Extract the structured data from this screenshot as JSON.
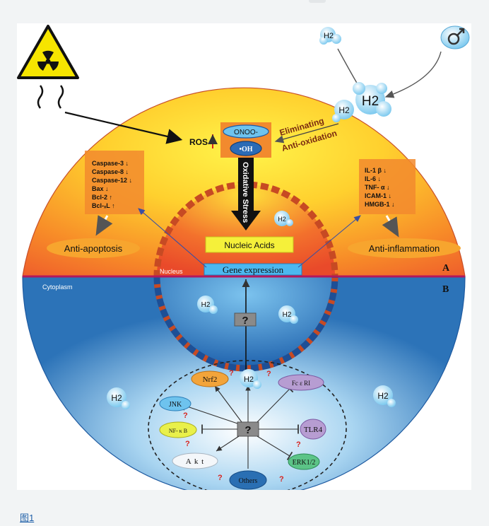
{
  "figure": {
    "caption_link": "图1",
    "panel_a_label": "A",
    "panel_b_label": "B"
  },
  "hydrogen": {
    "symbol": "H2",
    "top_free": "H2",
    "large": "H2",
    "medium": "H2",
    "nucleus_free": "H2",
    "nucleus_inside_1": "H2",
    "nucleus_inside_2": "H2",
    "pathway_center": "H2",
    "cytoplasm_left": "H2",
    "cytoplasm_right": "H2"
  },
  "ros": {
    "label": "ROS",
    "peroxynitrite": "ONOO-",
    "hydroxyl": "•OH"
  },
  "eliminating": {
    "line1": "Eliminating",
    "line2": "Anti-oxidation"
  },
  "oxidative_stress": "Oxidative Stress",
  "nucleic_acids": "Nucleic Acids",
  "gene_expression": "Gene expression",
  "nucleus_label": "Nucleus",
  "cytoplasm_label": "Cytoplasm",
  "apoptosis_box": {
    "lines": [
      "Caspase-3 ↓",
      "Caspase-8 ↓",
      "Caspase-12 ↓",
      "Bax ↓",
      "Bcl-2 ↑",
      "Bcl-ₓL ↑"
    ]
  },
  "inflammation_box": {
    "lines": [
      "IL-1 β ↓",
      "IL-6 ↓",
      "TNF- α ↓",
      "ICAM-1 ↓",
      "HMGB-1 ↓"
    ]
  },
  "anti_apoptosis": "Anti-apoptosis",
  "anti_inflammation": "Anti-inflammation",
  "unknown_mark": "?",
  "pathway": {
    "nrf2": "Nrf2",
    "fceri": "Fc ε RI",
    "jnk": "JNK",
    "tlr4": "TLR4",
    "nfkb": "NF- κ B",
    "erk": "ERK1/2",
    "akt": "A k t",
    "others": "Others"
  },
  "colors": {
    "upper_outer": "#ee5a2c",
    "upper_inner": "#ffe12e",
    "lower_outer": "#2a74b8",
    "lower_inner": "#ffffff",
    "membrane": "#b2185d",
    "link": "#1f5fa8"
  }
}
